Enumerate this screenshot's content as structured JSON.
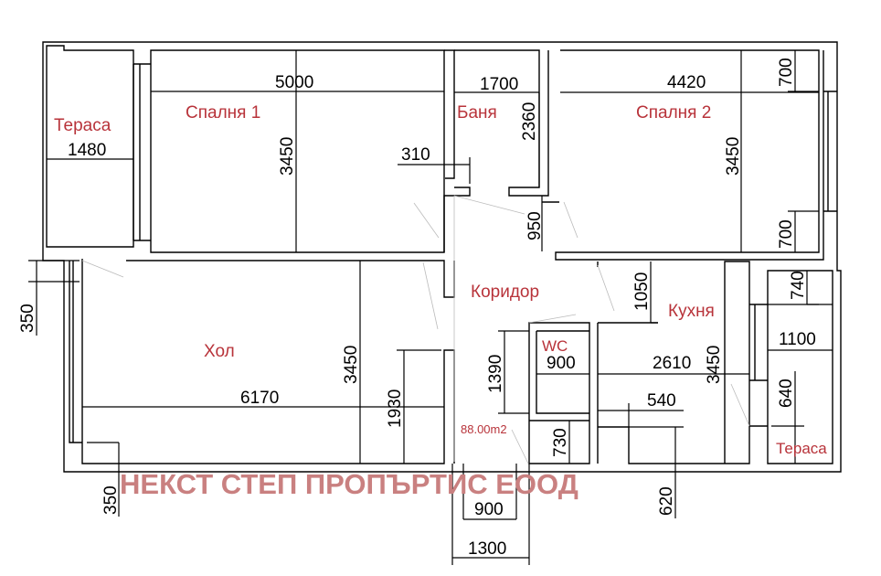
{
  "plan": {
    "rooms": {
      "terrace_left": "Тераса",
      "bedroom1": "Спалня 1",
      "bathroom": "Баня",
      "bedroom2": "Спалня 2",
      "corridor": "Коридор",
      "kitchen": "Кухня",
      "living": "Хол",
      "wc": "WC",
      "terrace_right": "Тераса"
    },
    "area": "88.00m2",
    "watermark": "НЕКСТ СТЕП ПРОПЪРТИС ЕООД",
    "dimensions": {
      "terrace_left_width": "1480",
      "bedroom1_width": "5000",
      "bedroom1_depth": "3450",
      "bath_door": "310",
      "bath_width": "1700",
      "bath_depth": "2360",
      "corridor_950": "950",
      "bedroom2_width": "4420",
      "bedroom2_depth": "3450",
      "bedroom2_win_top": "700",
      "bedroom2_win_bottom": "700",
      "left_350_top": "350",
      "left_350_bottom": "350",
      "living_width": "6170",
      "living_depth": "3450",
      "living_1930": "1930",
      "kitchen_1050": "1050",
      "wc_1390": "1390",
      "wc_900": "900",
      "kitchen_2610": "2610",
      "kitchen_3450": "3450",
      "kitchen_540": "540",
      "kitchen_620": "620",
      "wc_730": "730",
      "entry_900": "900",
      "entry_1300": "1300",
      "terrace_right_740": "740",
      "terrace_right_1100": "1100",
      "terrace_right_640": "640"
    }
  }
}
